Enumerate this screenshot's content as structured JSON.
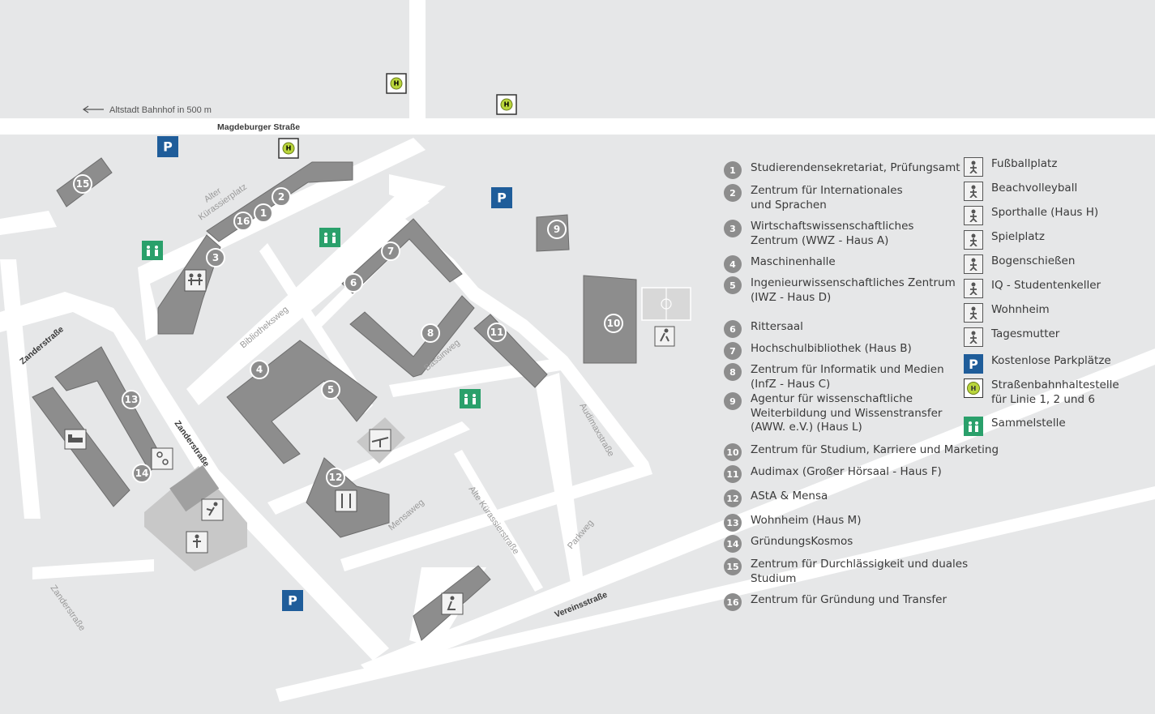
{
  "streets": {
    "magdeburger": "Magdeburger Straße",
    "altstadt_note": "Altstadt Bahnhof in 500 m",
    "alter_kuerassierplatz_line1": "Alter",
    "alter_kuerassierplatz_line2": "Kürassierplatz",
    "bibliotheksweg": "Bibliotheksweg",
    "bassinweg": "Bassinweg",
    "zanderstrasse": "Zanderstraße",
    "audimaxstrasse": "Audimaxstraße",
    "alte_kuerassierstrasse": "Alte Kürassierstraße",
    "mensaweg": "Mensaweg",
    "parkweg": "Parkweg",
    "vereinsstrasse": "Vereinsstraße"
  },
  "map_markers": {
    "parking_symbol": "P",
    "tram_symbol": "H",
    "buildings": [
      "1",
      "2",
      "3",
      "4",
      "5",
      "6",
      "7",
      "8",
      "9",
      "10",
      "11",
      "12",
      "13",
      "14",
      "15",
      "16"
    ]
  },
  "legend": {
    "buildings": [
      {
        "num": "1",
        "label": "Studierendensekretariat, Prüfungsamt"
      },
      {
        "num": "2",
        "label": "Zentrum für Internationales\nund Sprachen"
      },
      {
        "num": "3",
        "label": "Wirtschaftswissenschaftliches\nZentrum (WWZ - Haus A)"
      },
      {
        "num": "4",
        "label": "Maschinenhalle"
      },
      {
        "num": "5",
        "label": "Ingenieurwissenschaftliches Zentrum\n(IWZ - Haus D)"
      },
      {
        "num": "6",
        "label": "Rittersaal"
      },
      {
        "num": "7",
        "label": "Hochschulbibliothek (Haus B)"
      },
      {
        "num": "8",
        "label": "Zentrum für Informatik und Medien\n(InfZ - Haus C)"
      },
      {
        "num": "9",
        "label": "Agentur für wissenschaftliche\nWeiterbildung und Wissenstransfer\n(AWW. e.V.) (Haus L)"
      },
      {
        "num": "10",
        "label": "Zentrum für Studium, Karriere und Marketing"
      },
      {
        "num": "11",
        "label": "Audimax (Großer Hörsaal - Haus F)"
      },
      {
        "num": "12",
        "label": "AStA & Mensa"
      },
      {
        "num": "13",
        "label": "Wohnheim (Haus M)"
      },
      {
        "num": "14",
        "label": "GründungsKosmos"
      },
      {
        "num": "15",
        "label": "Zentrum für Durchlässigkeit und duales\nStudium"
      },
      {
        "num": "16",
        "label": "Zentrum für Gründung und Transfer"
      }
    ],
    "facilities": [
      {
        "icon": "football-icon",
        "label": "Fußballplatz"
      },
      {
        "icon": "beachvolleyball-icon",
        "label": "Beachvolleyball"
      },
      {
        "icon": "sports-hall-icon",
        "label": "Sporthalle (Haus H)"
      },
      {
        "icon": "playground-icon",
        "label": "Spielplatz"
      },
      {
        "icon": "archery-icon",
        "label": "Bogenschießen"
      },
      {
        "icon": "party-icon",
        "label": "IQ - Studentenkeller"
      },
      {
        "icon": "bed-icon",
        "label": "Wohnheim"
      },
      {
        "icon": "childcare-icon",
        "label": "Tagesmutter"
      },
      {
        "icon": "parking-icon",
        "label": "Kostenlose Parkplätze",
        "symbol": "P"
      },
      {
        "icon": "tram-stop-icon",
        "label": "Straßenbahnhaltestelle\nfür Linie 1, 2 und 6",
        "symbol": "H"
      },
      {
        "icon": "assembly-point-icon",
        "label": "Sammelstelle"
      }
    ]
  },
  "colors": {
    "background": "#e6e7e8",
    "street": "#ffffff",
    "building": "#8d8d8d",
    "parking": "#1f5d9a",
    "tram": "#b9d53b",
    "assembly": "#2aa06b"
  }
}
